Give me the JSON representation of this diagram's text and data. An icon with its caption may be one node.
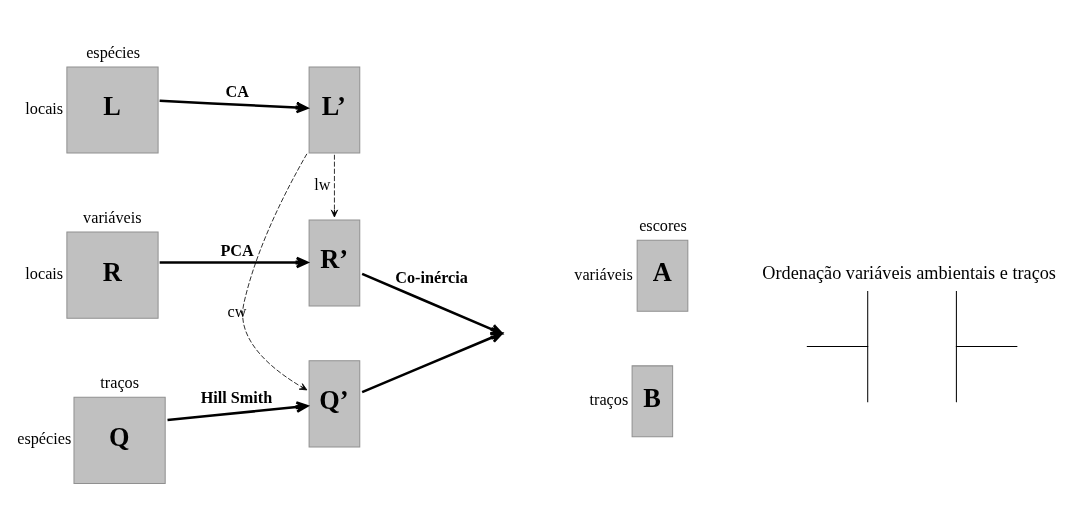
{
  "diagram": {
    "nodes": [
      {
        "text": [
          "L"
        ],
        "beside": [
          "espécies",
          "locais"
        ]
      },
      {
        "text": [
          "L’"
        ]
      },
      {
        "text": [
          "R"
        ],
        "beside": [
          "variáveis",
          "locais"
        ]
      },
      {
        "text": [
          "R’"
        ]
      },
      {
        "text": [
          "Q"
        ],
        "beside": [
          "traços",
          "espécies"
        ]
      },
      {
        "text": [
          "Q’"
        ]
      },
      {
        "text": [
          "A"
        ],
        "beside": [
          "escores",
          "variáveis"
        ]
      },
      {
        "text": [
          "B"
        ],
        "beside": [
          "traços"
        ]
      },
      {
        "text": [
          "Ordenação variáveis ambientais e traços"
        ]
      }
    ],
    "edges": [
      {
        "from": 0,
        "to": 1,
        "arrow": "to",
        "label": "CA"
      },
      {
        "from": 2,
        "to": 3,
        "arrow": "to",
        "label": "PCA"
      },
      {
        "from": 4,
        "to": 5,
        "arrow": "to",
        "label": "Hill Smith"
      },
      {
        "from": 1,
        "to": 3,
        "arrow": "to",
        "label": "lw",
        "style": "dashed"
      },
      {
        "from": 1,
        "to": 5,
        "arrow": "to",
        "label": "cw",
        "style": "dashed"
      },
      {
        "from": 3,
        "to": null,
        "arrow": "to",
        "label": "Co-inércia"
      },
      {
        "from": 5,
        "to": null,
        "arrow": "to"
      }
    ]
  }
}
